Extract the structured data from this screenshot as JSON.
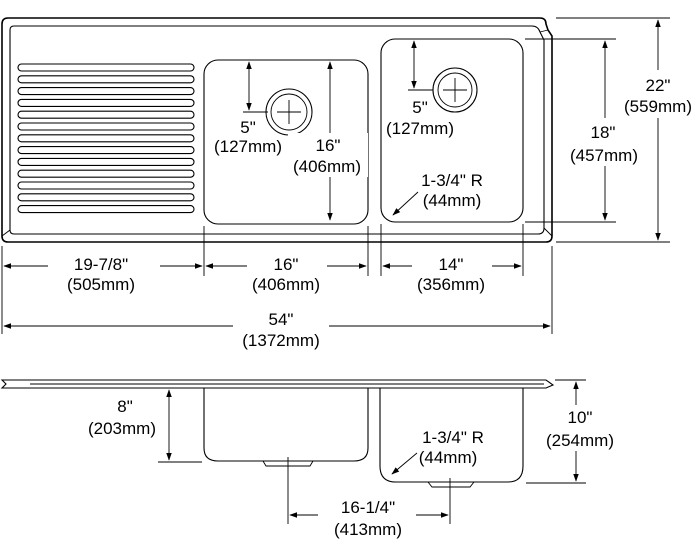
{
  "plan_view": {
    "drainboard_width": {
      "imperial": "19-7/8\"",
      "metric": "(505mm)"
    },
    "left_bowl_width": {
      "imperial": "16\"",
      "metric": "(406mm)"
    },
    "right_bowl_width": {
      "imperial": "14\"",
      "metric": "(356mm)"
    },
    "overall_length": {
      "imperial": "54\"",
      "metric": "(1372mm)"
    },
    "left_drain_offset": {
      "imperial": "5\"",
      "metric": "(127mm)"
    },
    "left_bowl_depth": {
      "imperial": "16\"",
      "metric": "(406mm)"
    },
    "right_drain_offset": {
      "imperial": "5\"",
      "metric": "(127mm)"
    },
    "corner_radius": {
      "imperial": "1-3/4\" R",
      "metric": "(44mm)"
    },
    "right_bowl_depth": {
      "imperial": "18\"",
      "metric": "(457mm)"
    },
    "overall_width": {
      "imperial": "22\"",
      "metric": "(559mm)"
    }
  },
  "section_view": {
    "left_bowl_height": {
      "imperial": "8\"",
      "metric": "(203mm)"
    },
    "right_bowl_height": {
      "imperial": "10\"",
      "metric": "(254mm)"
    },
    "corner_radius": {
      "imperial": "1-3/4\" R",
      "metric": "(44mm)"
    },
    "drain_spacing": {
      "imperial": "16-1/4\"",
      "metric": "(413mm)"
    }
  }
}
